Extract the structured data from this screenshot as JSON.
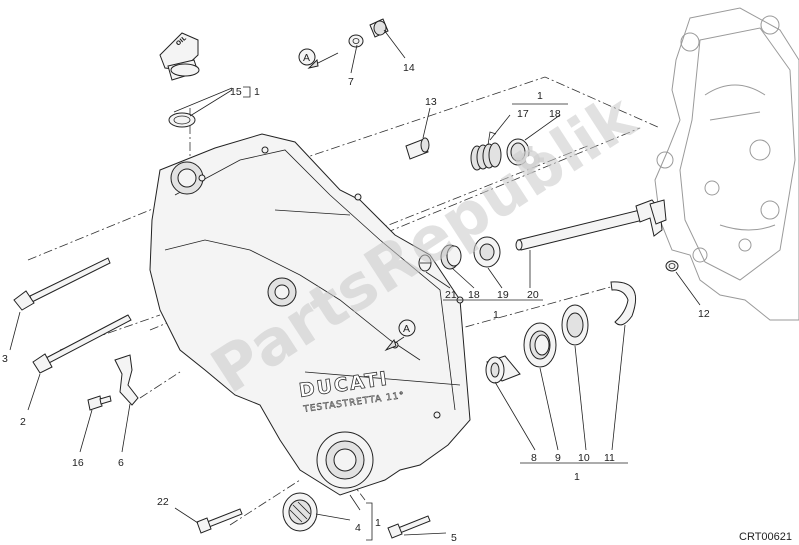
{
  "diagram_code": "CRT00621",
  "watermark": "PartsRepublik",
  "cover_logo": "DUCATI",
  "cover_logo_sub": "TESTASTRETTA 11°",
  "oil_cap_text": "OIL",
  "ref_marker": "A",
  "callouts": {
    "c1_top": "1",
    "c1_right": "1",
    "c1_mid": "1",
    "c1_bottom": "1",
    "c1_lower": "1",
    "c2": "2",
    "c3": "3",
    "c4": "4",
    "c5": "5",
    "c6": "6",
    "c7": "7",
    "c8": "8",
    "c9": "9",
    "c10": "10",
    "c11": "11",
    "c12": "12",
    "c13": "13",
    "c14": "14",
    "c15": "15",
    "c16": "16",
    "c17": "17",
    "c18a": "18",
    "c18b": "18",
    "c19": "19",
    "c20": "20",
    "c21": "21",
    "c22": "22"
  }
}
